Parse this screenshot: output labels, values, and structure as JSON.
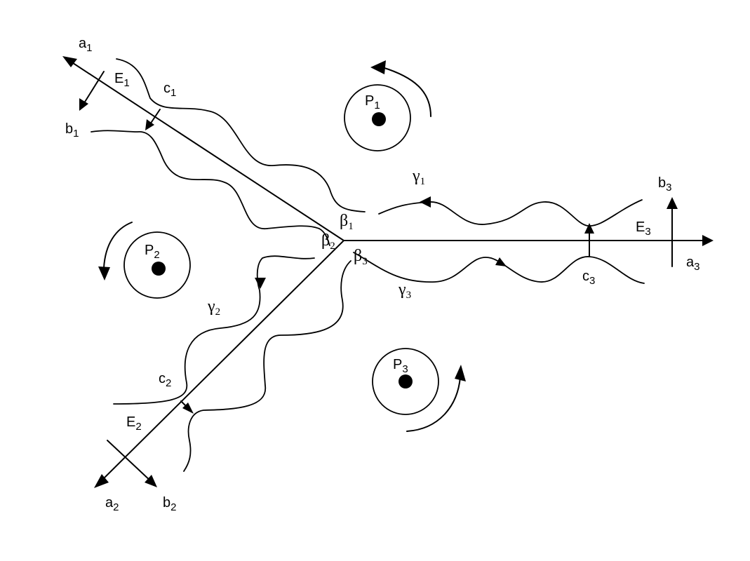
{
  "labels": {
    "a1": {
      "base": "a",
      "sub": "1"
    },
    "b1": {
      "base": "b",
      "sub": "1"
    },
    "c1": {
      "base": "c",
      "sub": "1"
    },
    "E1": {
      "base": "E",
      "sub": "1"
    },
    "a2": {
      "base": "a",
      "sub": "2"
    },
    "b2": {
      "base": "b",
      "sub": "2"
    },
    "c2": {
      "base": "c",
      "sub": "2"
    },
    "E2": {
      "base": "E",
      "sub": "2"
    },
    "a3": {
      "base": "a",
      "sub": "3"
    },
    "b3": {
      "base": "b",
      "sub": "3"
    },
    "c3": {
      "base": "c",
      "sub": "3"
    },
    "E3": {
      "base": "E",
      "sub": "3"
    },
    "P1": {
      "base": "P",
      "sub": "1"
    },
    "P2": {
      "base": "P",
      "sub": "2"
    },
    "P3": {
      "base": "P",
      "sub": "3"
    },
    "beta1": {
      "base": "β",
      "sub": "1"
    },
    "beta2": {
      "base": "β",
      "sub": "2"
    },
    "beta3": {
      "base": "β",
      "sub": "3"
    },
    "gamma1": {
      "base": "γ",
      "sub": "1"
    },
    "gamma2": {
      "base": "γ",
      "sub": "2"
    },
    "gamma3": {
      "base": "γ",
      "sub": "3"
    }
  },
  "colors": {
    "ink": "#000000",
    "background": "#ffffff"
  }
}
